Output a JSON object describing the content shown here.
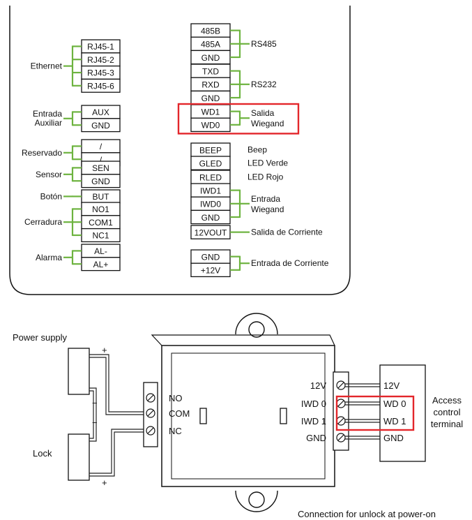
{
  "colors": {
    "bracket": "#6db33f",
    "highlight": "#e3262b",
    "stroke": "#111111"
  },
  "panel": {
    "left_groups": [
      {
        "name": "Ethernet",
        "pins": [
          "RJ45-1",
          "RJ45-2",
          "RJ45-3",
          "RJ45-6"
        ]
      },
      {
        "name": "Entrada Auxiliar",
        "name_lines": [
          "Entrada",
          "Auxiliar"
        ],
        "pins": [
          "AUX",
          "GND"
        ]
      },
      {
        "name": "Reservado",
        "pins": [
          "/",
          "/"
        ]
      },
      {
        "name": "Sensor",
        "pins": [
          "SEN",
          "GND"
        ]
      },
      {
        "name": "Botón",
        "pins": [
          "BUT"
        ]
      },
      {
        "name": "Cerradura",
        "pins": [
          "NO1",
          "COM1",
          "NC1"
        ]
      },
      {
        "name": "Alarma",
        "pins": [
          "AL-",
          "AL+"
        ]
      }
    ],
    "right_groups": [
      {
        "name": "RS485",
        "pins": [
          "485B",
          "485A",
          "GND"
        ],
        "bracket": true
      },
      {
        "name": "RS232",
        "pins": [
          "TXD",
          "RXD",
          "GND"
        ],
        "bracket": true
      },
      {
        "name": "Salida Wiegand",
        "name_lines": [
          "Salida",
          "Wiegand"
        ],
        "pins": [
          "WD1",
          "WD0"
        ],
        "bracket": true,
        "highlight": true
      },
      {
        "name": "Beep",
        "pins": [
          "BEEP"
        ],
        "bracket": false
      },
      {
        "name": "LED Verde",
        "pins": [
          "GLED"
        ],
        "bracket": false
      },
      {
        "name": "LED Rojo",
        "pins": [
          "RLED"
        ],
        "bracket": false
      },
      {
        "name": "Entrada Wiegand",
        "name_lines": [
          "Entrada",
          "Wiegand"
        ],
        "pins": [
          "IWD1",
          "IWD0",
          "GND"
        ],
        "bracket": true
      },
      {
        "name": "Salida de Corriente",
        "pins": [
          "12VOUT"
        ],
        "bracket": true
      },
      {
        "name": "Entrada de Corriente",
        "pins": [
          "GND",
          "+12V"
        ],
        "bracket": true
      }
    ]
  },
  "wiring": {
    "power_supply_label": "Power supply",
    "lock_label": "Lock",
    "plus_sign": "+",
    "minus_sign": "−",
    "relay_left_terminals": [
      "NO",
      "COM",
      "NC"
    ],
    "relay_right_terminals": [
      "12V",
      "IWD 0",
      "IWD 1",
      "GND"
    ],
    "terminal_pins": [
      "12V",
      "WD 0",
      "WD 1",
      "GND"
    ],
    "terminal_label_lines": [
      "Access",
      "control",
      "terminal"
    ],
    "caption": "Connection for unlock at power-on"
  }
}
